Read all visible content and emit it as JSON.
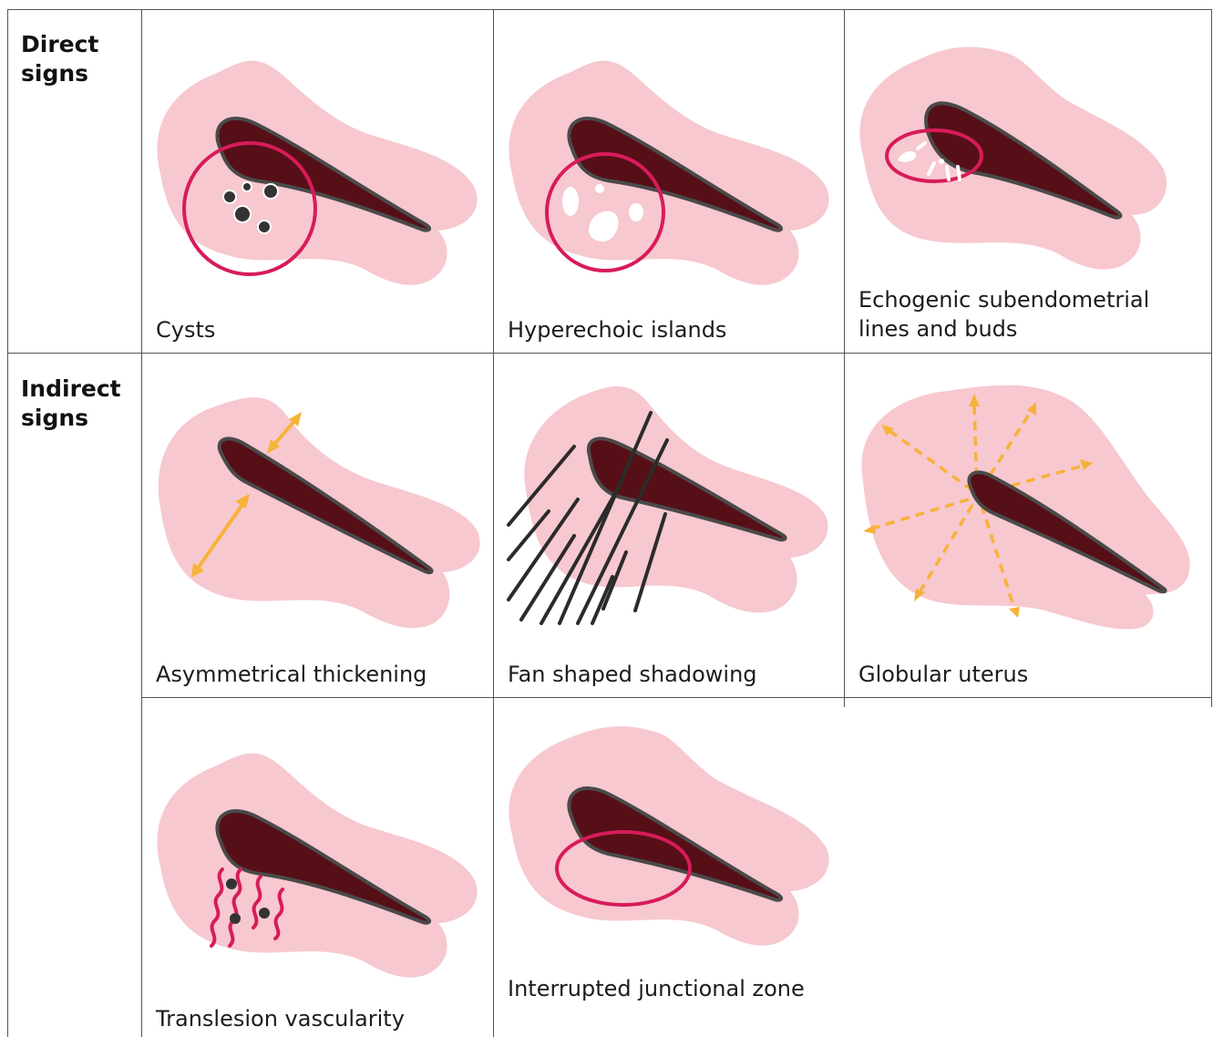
{
  "rows": {
    "direct_label": "Direct\nsigns",
    "indirect_label": "Indirect\nsigns"
  },
  "cells": {
    "cysts": "Cysts",
    "hyperechoic_islands": "Hyperechoic islands",
    "echogenic_lines": "Echogenic subendometrial lines and buds",
    "asymmetrical_thickening": "Asymmetrical thickening",
    "fan_shadowing": "Fan shaped shadowing",
    "globular_uterus": "Globular uterus",
    "translesion_vascularity": "Translesion vascularity",
    "interrupted_jz": "Interrupted junctional zone"
  },
  "colors": {
    "uterus": "#f7c8cf",
    "endometrium": "#560f16",
    "outline": "#4a4a4a",
    "highlight": "#d81b5a",
    "arrow": "#f7b239",
    "white": "#ffffff"
  }
}
